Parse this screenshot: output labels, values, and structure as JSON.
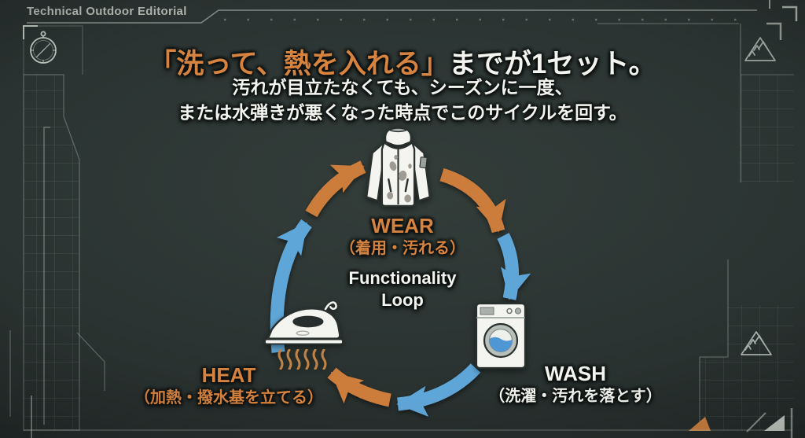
{
  "header": {
    "brand": "Technical Outdoor Editorial"
  },
  "title": {
    "highlight": "「洗って、熱を入れる」",
    "rest": "までが1セット。"
  },
  "subtitle": {
    "line1": "汚れが目立たなくても、シーズンに一度、",
    "line2": "または水弾きが悪くなった時点でこのサイクルを回す。"
  },
  "diagram": {
    "center_line1": "Functionality",
    "center_line2": "Loop",
    "nodes": [
      {
        "id": "wear",
        "label": "WEAR",
        "sublabel": "（着用・汚れる）",
        "icon": "jacket-icon",
        "text_color": "#d6833f"
      },
      {
        "id": "wash",
        "label": "WASH",
        "sublabel": "（洗濯・汚れを落とす）",
        "icon": "washing-machine-icon",
        "text_color": "#f3f4f0"
      },
      {
        "id": "heat",
        "label": "HEAT",
        "sublabel": "（加熱・撥水基を立てる）",
        "icon": "iron-icon",
        "text_color": "#d6833f"
      }
    ],
    "flow": [
      {
        "from": "wear",
        "to": "wash",
        "arrow_colors": [
          "orange",
          "blue"
        ]
      },
      {
        "from": "wash",
        "to": "heat",
        "arrow_colors": [
          "blue",
          "orange"
        ]
      },
      {
        "from": "heat",
        "to": "wear",
        "arrow_colors": [
          "blue",
          "orange"
        ]
      }
    ]
  },
  "decor": {
    "icons": [
      "compass-icon",
      "mountain-icon",
      "heat-waves-icon",
      "grid-panel",
      "corner-bracket"
    ],
    "corner_triangles": [
      "orange",
      "white"
    ]
  },
  "colors": {
    "background": "#2a3331",
    "accent_orange": "#d6833f",
    "arrow_orange": "#cd7d3b",
    "arrow_blue": "#5fa6d8",
    "text_white": "#f3f4f0",
    "hud_line": "#b2bdb4"
  }
}
